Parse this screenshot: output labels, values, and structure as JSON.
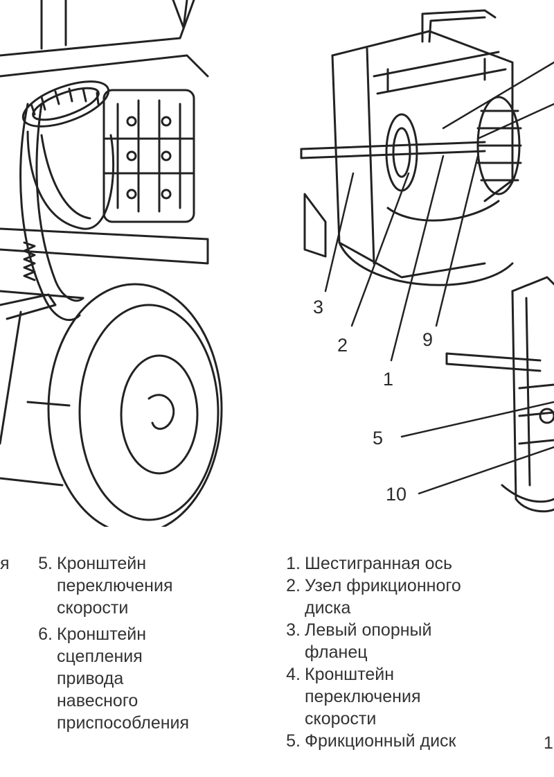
{
  "callouts": {
    "c3": "3",
    "c2": "2",
    "c9": "9",
    "c1": "1",
    "c5": "5",
    "c10": "10"
  },
  "edge_fragments": {
    "left_cut": "я",
    "right_cut": "1"
  },
  "legend_left": [
    {
      "num": "5.",
      "text": "Кронштейн\nпереключения\nскорости"
    },
    {
      "num": "6.",
      "text": "Кронштейн\nсцепления\nпривода\nнавесного\nприспособления"
    }
  ],
  "legend_right": [
    {
      "num": "1.",
      "text": "Шестигранная ось"
    },
    {
      "num": "2.",
      "text": "Узел фрикционного\nдиска"
    },
    {
      "num": "3.",
      "text": "Левый опорный\nфланец"
    },
    {
      "num": "4.",
      "text": "Кронштейн\nпереключения\nскорости"
    },
    {
      "num": "5.",
      "text": "Фрикционный диск"
    }
  ]
}
